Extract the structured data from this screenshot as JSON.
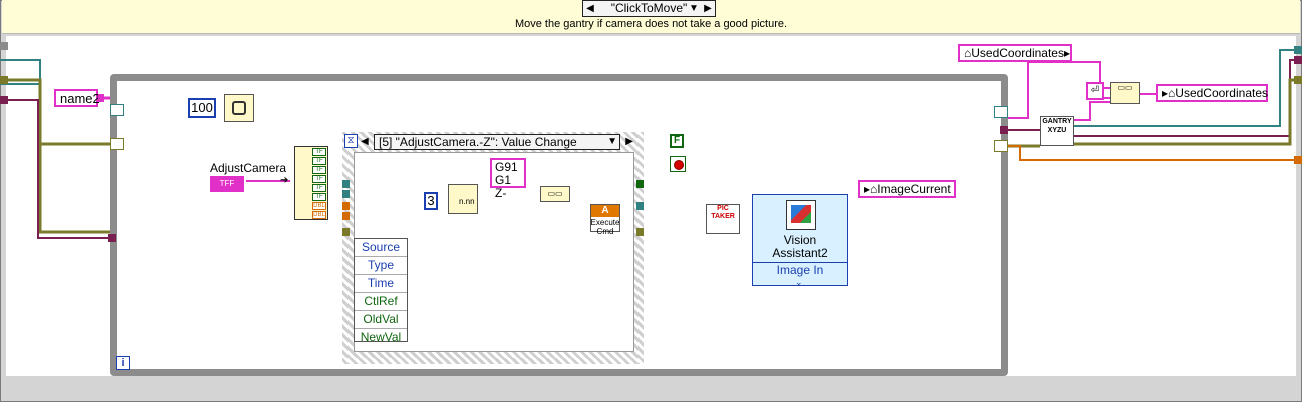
{
  "case_structure": {
    "selector_label": "\"ClickToMove\"",
    "subdiagram_label": "Move the gantry if camera does not take a good picture."
  },
  "controls": {
    "name_control": "name2",
    "wait_constant": "100",
    "adjust_camera_label": "AdjustCamera",
    "adjust_camera_terminal": "TFF",
    "precision_constant": "3",
    "gcode_constant_line1": "G91",
    "gcode_constant_line2": "G1 Z-",
    "format_label": "n.nn",
    "stop_boolean": "F",
    "iteration_terminal": "i"
  },
  "event_structure": {
    "selector_label": "[5] \"AdjustCamera.-Z\": Value Change",
    "event_data_fields": [
      "Source",
      "Type",
      "Time",
      "CtlRef",
      "OldVal",
      "NewVal"
    ]
  },
  "subvis": {
    "execute_cmd_label": "Execute\nCmd",
    "pic_taker_label": "PIC\nTAKER",
    "vision_assistant_label": "Vision\nAssistant2",
    "vision_input_label": "Image In",
    "gantry_label": "GANTRY\nXYZU"
  },
  "property_nodes": {
    "image_current": "ImageCurrent",
    "used_coordinates_read": "UsedCoordinates",
    "used_coordinates_write": "UsedCoordinates"
  },
  "colors": {
    "pink_wire": "#e030c8",
    "teal_wire": "#338080",
    "olive_wire": "#7a7a2a",
    "orange_wire": "#d46a00",
    "blue_wire": "#1c3fb0",
    "purple_wire": "#7a2050",
    "frame_gray": "#8c8c8c",
    "header_yellow": "#fffdd6"
  }
}
